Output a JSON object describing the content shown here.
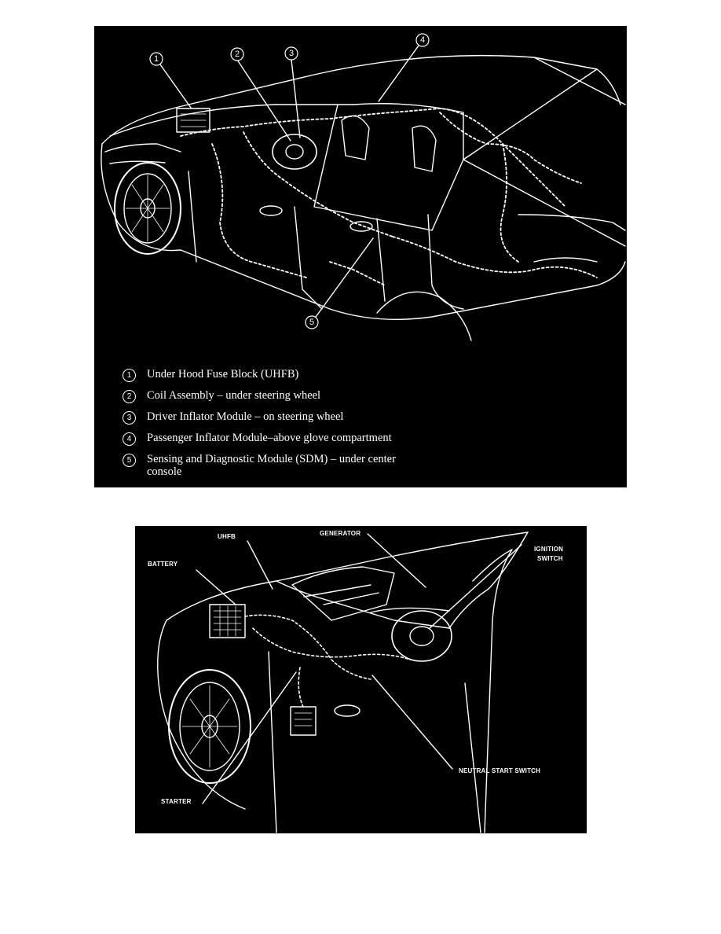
{
  "figure1": {
    "callouts": [
      "1",
      "2",
      "3",
      "4",
      "5"
    ],
    "legend": [
      {
        "marker": "1",
        "text": "Under Hood Fuse Block (UHFB)"
      },
      {
        "marker": "2",
        "text": "Coil Assembly – under steering wheel"
      },
      {
        "marker": "3",
        "text": "Driver Inflator Module – on steering wheel"
      },
      {
        "marker": "4",
        "text": "Passenger Inflator Module–above glove compartment"
      },
      {
        "marker": "5",
        "text": "Sensing and Diagnostic Module (SDM) – under center console"
      }
    ]
  },
  "figure2": {
    "labels": {
      "battery": "BATTERY",
      "uhfb": "UHFB",
      "generator": "GENERATOR",
      "ignition_switch_line1": "IGNITION",
      "ignition_switch_line2": "SWITCH",
      "neutral_start_switch": "NEUTRAL START SWITCH",
      "starter": "STARTER"
    }
  }
}
